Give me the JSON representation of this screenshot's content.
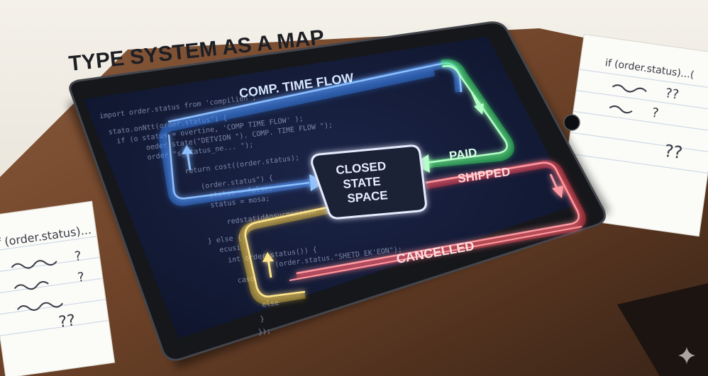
{
  "headline": "TYPE SYSTEM AS A MAP",
  "loops": {
    "top": "COMP. TIME FLOW",
    "right_upper": "PAID",
    "right_lower": "SHIPPED",
    "bottom": "CANCELLED"
  },
  "center_box": {
    "line1": "CLOSED",
    "line2": "STATE",
    "line3": "SPACE"
  },
  "notes": {
    "left_line1": "if (order.status)...",
    "left_line2": "?",
    "left_line3": "?",
    "left_line4": "??",
    "right_line1": "if (order.status)...(",
    "right_line2": "??",
    "right_line3": "?",
    "right_line4": "??"
  },
  "code_lines": [
    "import order.status from 'compilien';",
    "stato.onNtt(order.status\") {",
    "  if (o  status = overtine, 'COMP TIME FLOW' );",
    "        oeder state(\"DETVION \"). COMP. TIME FLOW \");",
    "        order[\"s_status_ne... \");",
    "  return cost((order.status);",
    "  (order.status\") {",
    "    status = false;",
    "    status = mosa;",
    "  redstatidAnsucmeneson",
    "} else {",
    "  ecusi",
    "  int   order.status()) {",
    "        (order.status.\"SHETD EK'EON\");",
    "  caso",
    "  else",
    "  }",
    "  });"
  ],
  "colors": {
    "blue": "#3d8bff",
    "green": "#3dff6a",
    "red": "#ff3d4d",
    "yellow": "#ffd23d",
    "screen": "#121a36",
    "tablet": "#16171b"
  }
}
